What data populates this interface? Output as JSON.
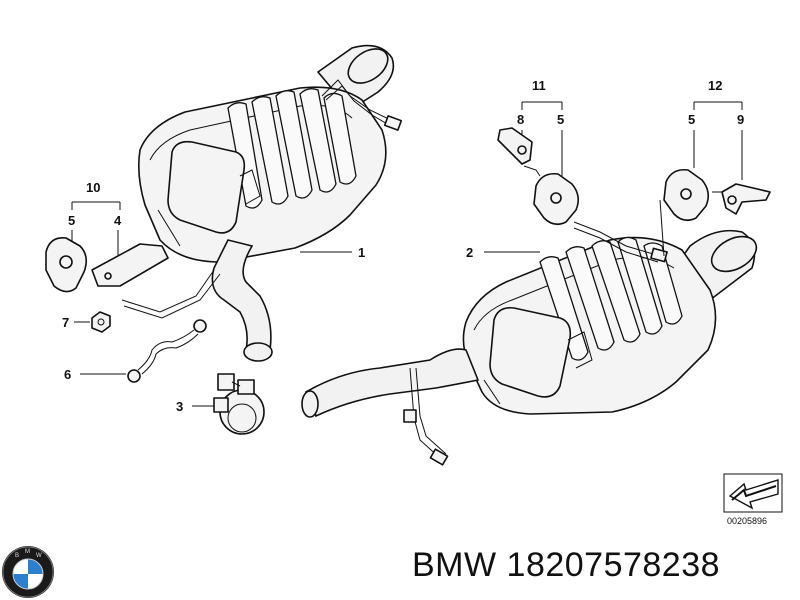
{
  "callouts": {
    "c1": "1",
    "c2": "2",
    "c3": "3",
    "c4": "4",
    "c5a": "5",
    "c5b": "5",
    "c5c": "5",
    "c6": "6",
    "c7": "7",
    "c8": "8",
    "c9": "9",
    "c10": "10",
    "c11": "11",
    "c12": "12"
  },
  "reference_code": "00205896",
  "footer": {
    "brand_part": "BMW 18207578238"
  },
  "icons": {
    "logo": "bmw-roundel-icon",
    "ref": "arrow-reference-icon"
  },
  "colors": {
    "line": "#111111",
    "fill": "#f4f4f4",
    "logo_blue": "#2a7fcf"
  }
}
